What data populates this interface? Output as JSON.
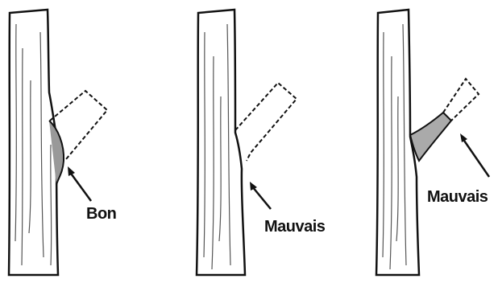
{
  "diagram": {
    "panels": [
      {
        "label": "Bon"
      },
      {
        "label": "Mauvais"
      },
      {
        "label": "Mauvais"
      }
    ]
  },
  "colors": {
    "ink": "#111111",
    "wood_shade": "#555555",
    "background": "#ffffff"
  }
}
